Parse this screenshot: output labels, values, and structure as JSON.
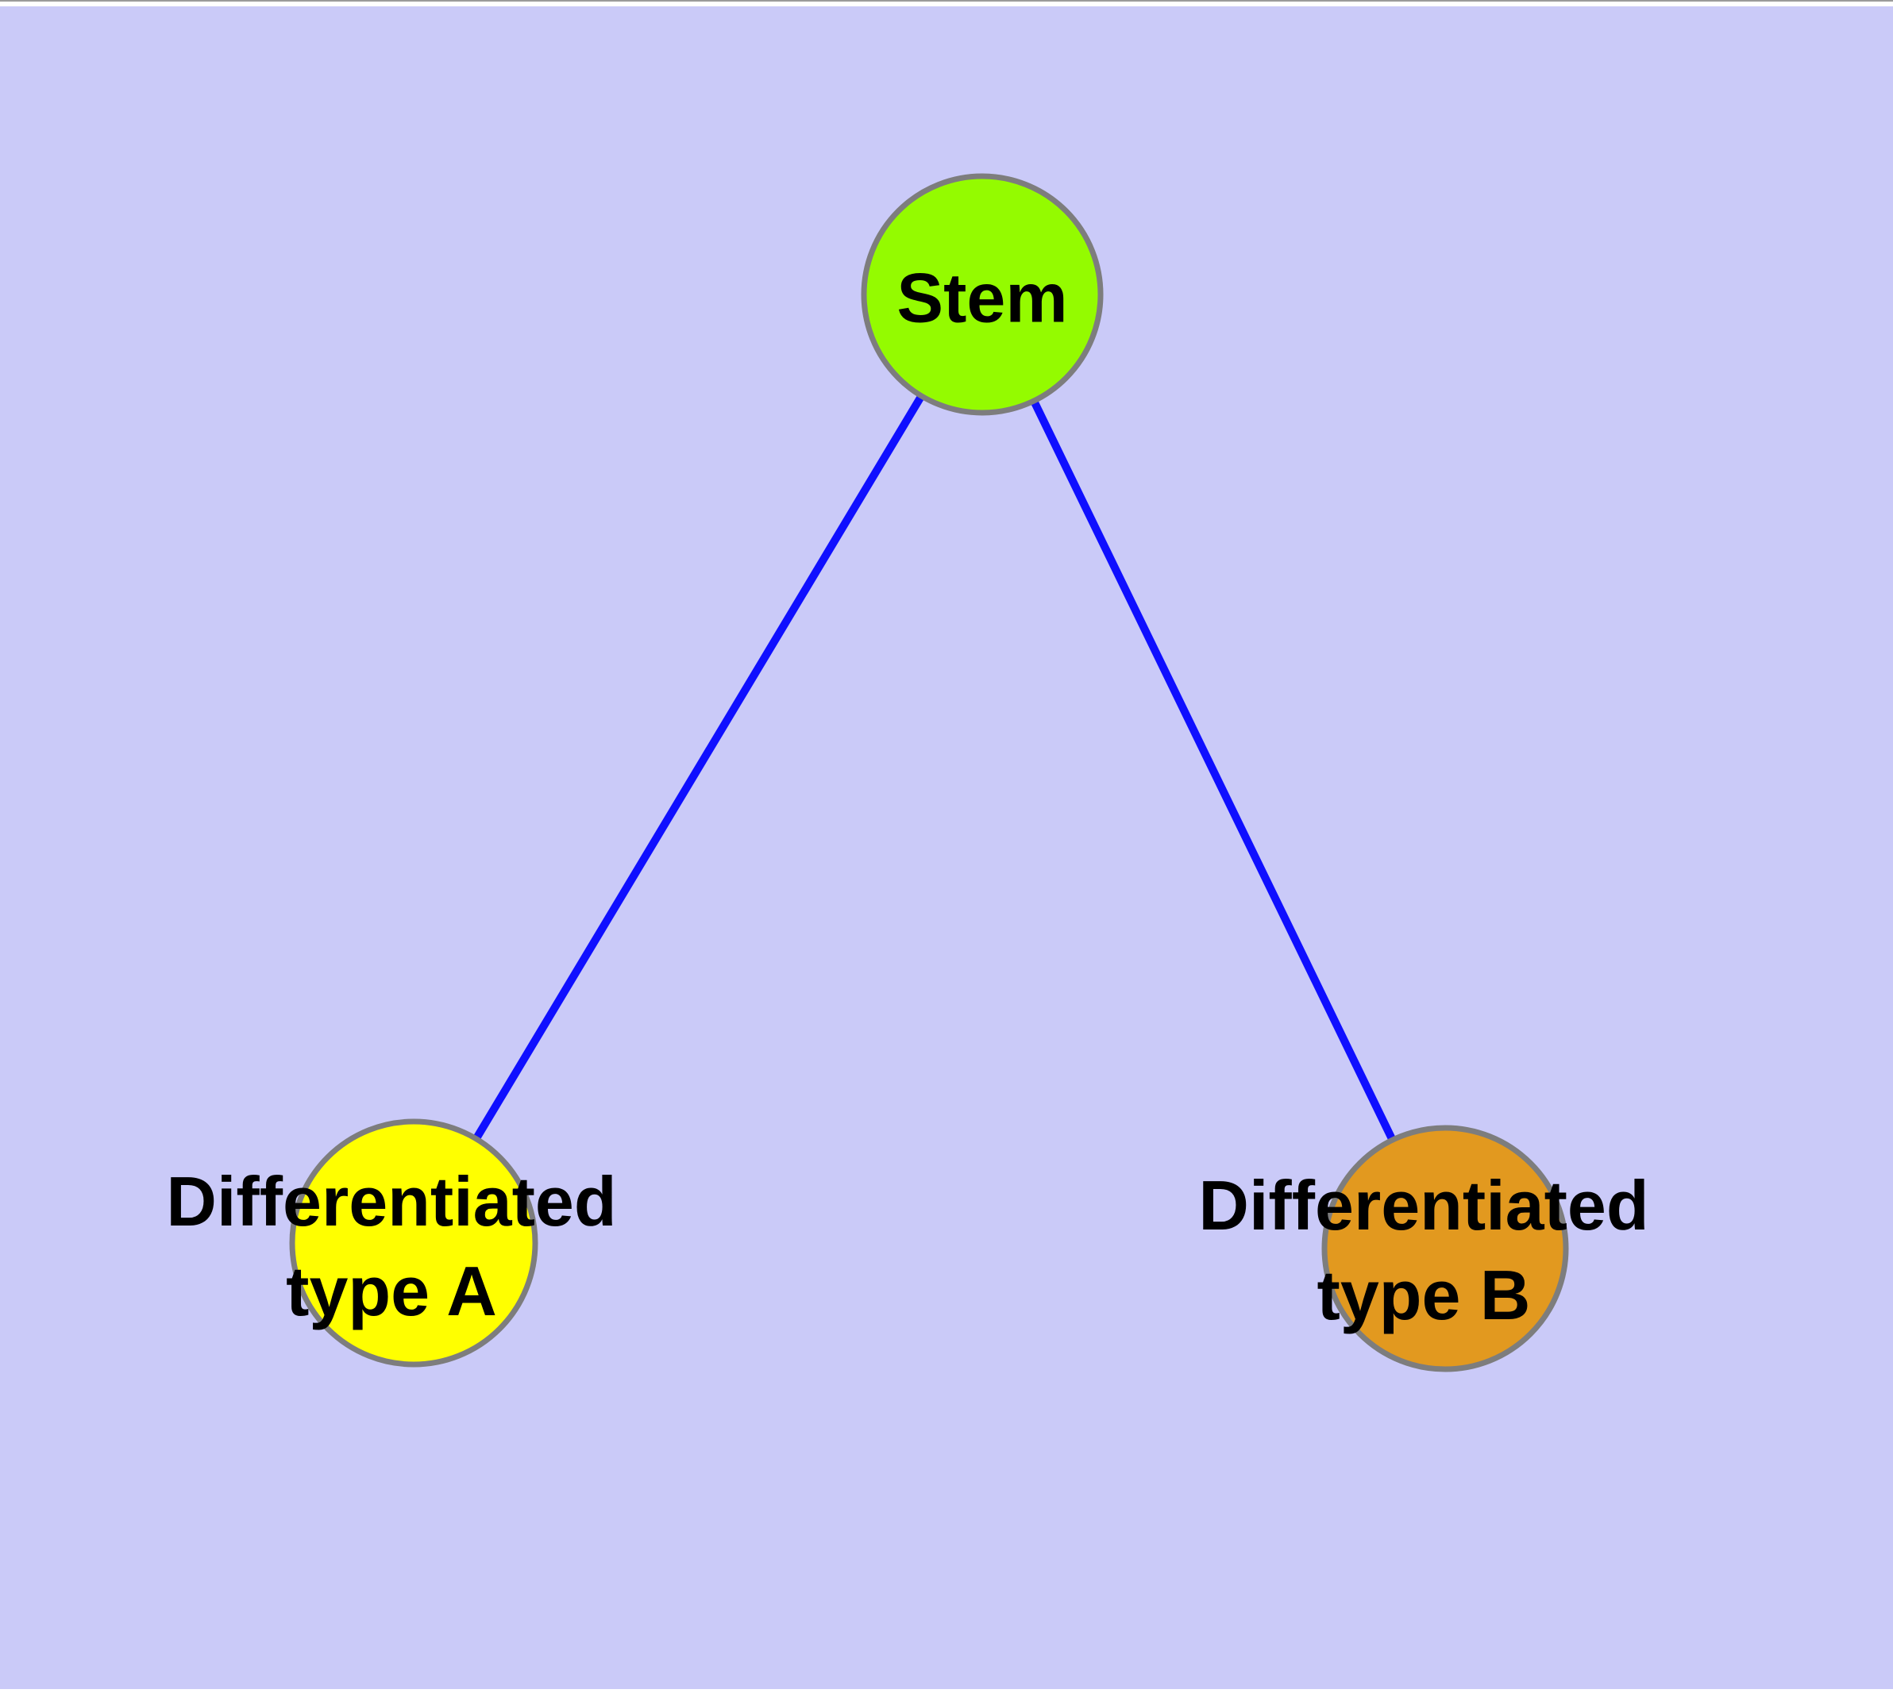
{
  "diagram": {
    "type": "node-link-graph",
    "page_color": "#ffffff",
    "background_color": "#cacaf8",
    "top_edge_line_color": "#9a9a9a",
    "edge_color": "#0f0fff",
    "node_border_color": "#7d7d7d",
    "label_color": "#000000",
    "nodes": [
      {
        "id": "stem",
        "label": "Stem",
        "label_lines": [
          "Stem"
        ],
        "color": "#94fb00"
      },
      {
        "id": "differentiated-type-a",
        "label": "Differentiated type A",
        "label_lines": [
          "Differentiated",
          "type A"
        ],
        "color": "#ffff00"
      },
      {
        "id": "differentiated-type-b",
        "label": "Differentiated type B",
        "label_lines": [
          "Differentiated",
          "type B"
        ],
        "color": "#e2991f"
      }
    ],
    "edges": [
      {
        "from": "Stem",
        "to": "Differentiated type A"
      },
      {
        "from": "Stem",
        "to": "Differentiated type B"
      }
    ]
  }
}
